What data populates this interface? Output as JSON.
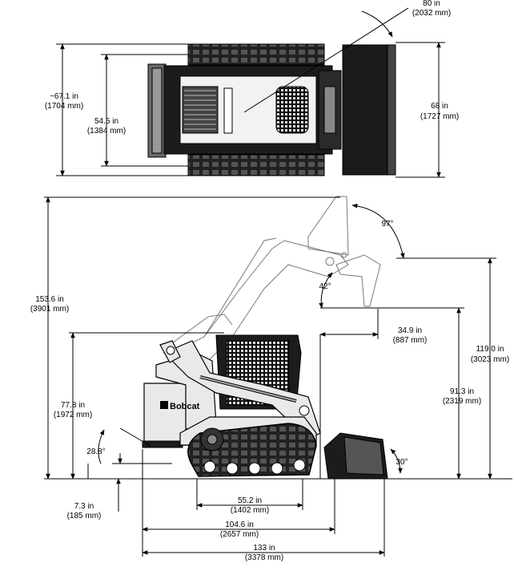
{
  "brand": {
    "name": "Bobcat"
  },
  "top_view": {
    "bucket_width": {
      "in": "80 in",
      "mm": "(2032 mm)"
    },
    "overall_width": {
      "in": "~67.1 in",
      "mm": "(1704 mm)"
    },
    "track_width": {
      "in": "54.5 in",
      "mm": "(1384 mm)"
    },
    "bucket_depth": {
      "in": "68 in",
      "mm": "(1727 mm)"
    }
  },
  "side_view": {
    "max_height": {
      "in": "153.6 in",
      "mm": "(3901 mm)"
    },
    "dump_angle": "97°",
    "rollback_angle": "42°",
    "dump_reach": {
      "in": "34.9 in",
      "mm": "(887 mm)"
    },
    "pin_height": {
      "in": "119.0 in",
      "mm": "(3023 mm)"
    },
    "cab_height": {
      "in": "77.8 in",
      "mm": "(1972 mm)"
    },
    "dump_height": {
      "in": "91.3 in",
      "mm": "(2319 mm)"
    },
    "departure_angle": "28.8°",
    "bucket_angle": "30°",
    "ground_clearance": {
      "in": "7.3 in",
      "mm": "(185 mm)"
    },
    "track_length": {
      "in": "55.2 in",
      "mm": "(1402 mm)"
    },
    "length_no_bucket": {
      "in": "104.6 in",
      "mm": "(2657 mm)"
    },
    "overall_length": {
      "in": "133 in",
      "mm": "(3378 mm)"
    }
  }
}
